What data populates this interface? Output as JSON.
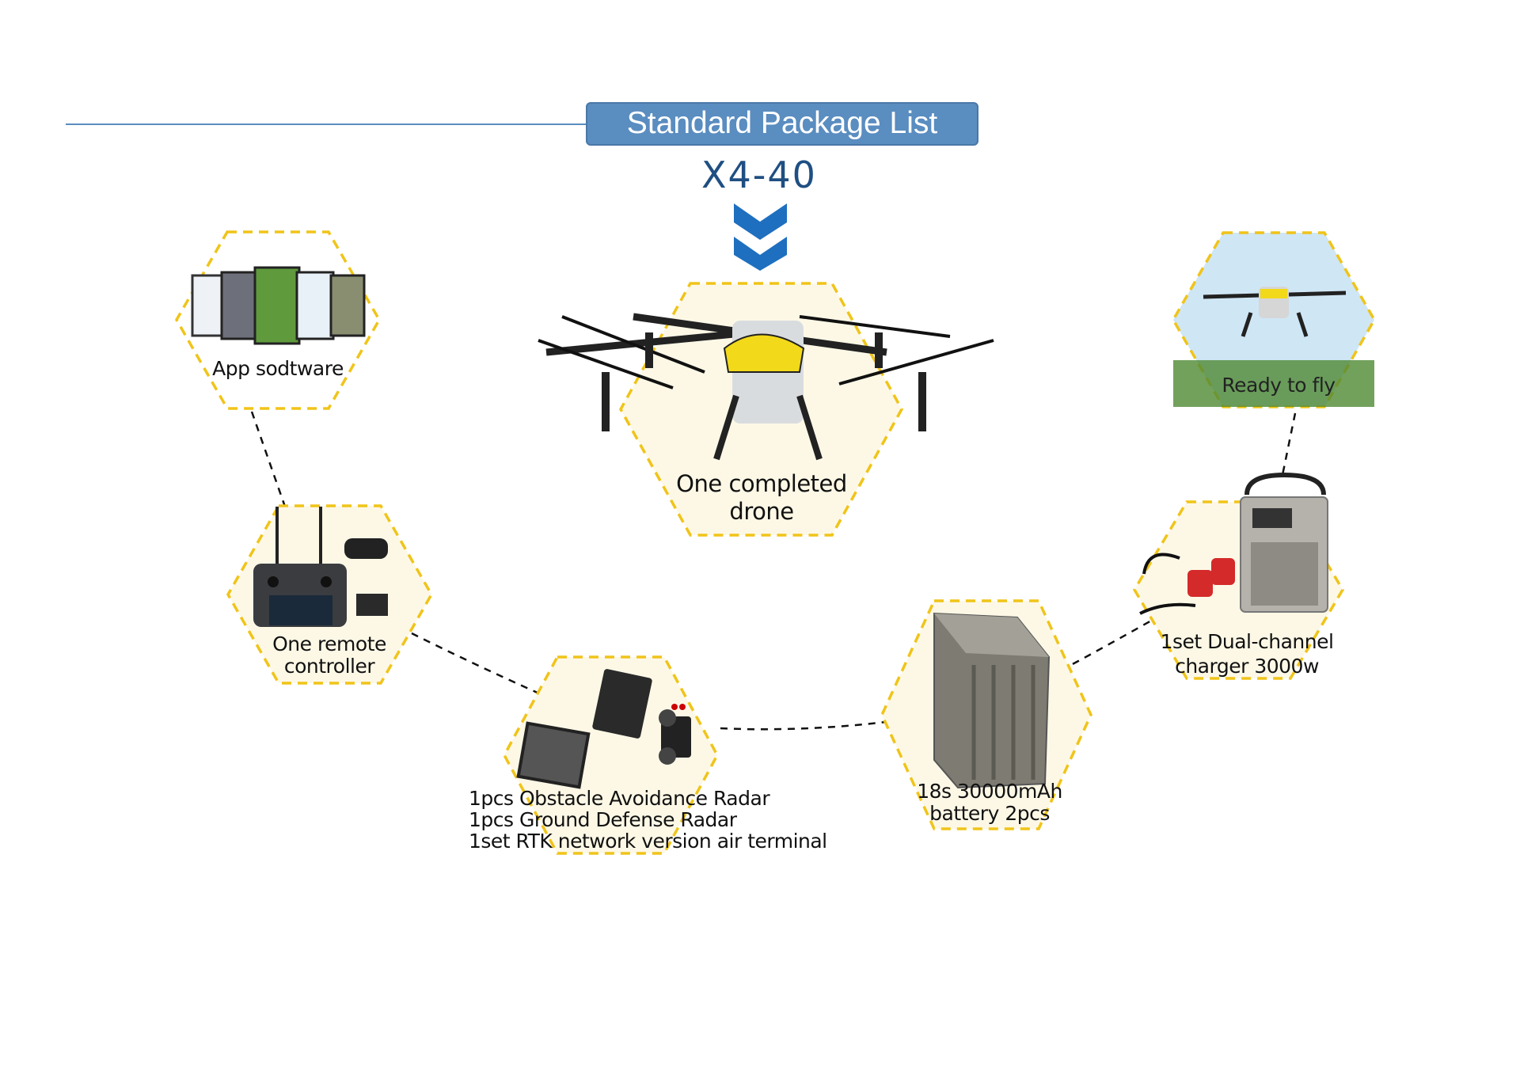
{
  "header": {
    "title": "Standard Package List",
    "model": "X4-40"
  },
  "items": [
    {
      "label": "App sodtware"
    },
    {
      "label_lines": [
        "One completed",
        "drone"
      ]
    },
    {
      "label": "Ready to fly"
    },
    {
      "label_lines": [
        "One remote",
        "controller"
      ]
    },
    {
      "label_lines": [
        "1pcs Obstacle Avoidance Radar",
        "1pcs Ground Defense Radar",
        "1set RTK network version air terminal"
      ]
    },
    {
      "label_lines": [
        "18s 30000mAh",
        "battery 2pcs"
      ]
    },
    {
      "label_lines": [
        "1set Dual-channel",
        "charger 3000w"
      ]
    }
  ],
  "colors": {
    "accent": "#5a8dc0",
    "model": "#1f4f82",
    "chevron": "#1e6fbf",
    "hex_border": "#f0c419",
    "hex_fill": "#fdf8e6"
  }
}
